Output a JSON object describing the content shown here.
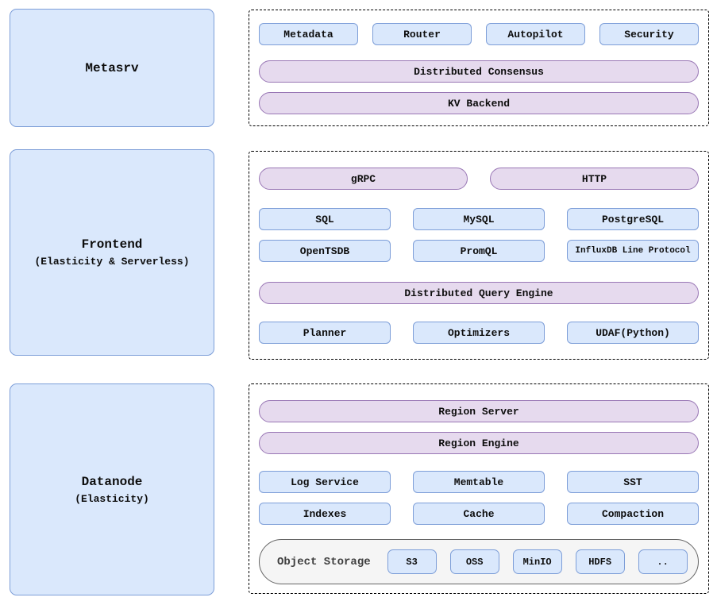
{
  "colors": {
    "blue_fill": "#dae8fc",
    "blue_stroke": "#7d9ed8",
    "purple_fill": "#e6daee",
    "purple_stroke": "#9977b5",
    "gray_fill": "#f5f5f5",
    "gray_stroke": "#666666",
    "panel_border": "#000000"
  },
  "metasrv": {
    "label": "Metasrv",
    "services": [
      "Metadata",
      "Router",
      "Autopilot",
      "Security"
    ],
    "pills": [
      "Distributed Consensus",
      "KV Backend"
    ]
  },
  "frontend": {
    "label": "Frontend",
    "sublabel": "(Elasticity & Serverless)",
    "protocol_pills": [
      "gRPC",
      "HTTP"
    ],
    "protocols_row1": [
      "SQL",
      "MySQL",
      "PostgreSQL"
    ],
    "protocols_row2": [
      "OpenTSDB",
      "PromQL",
      "InfluxDB Line Protocol"
    ],
    "engine_pill": "Distributed Query Engine",
    "engine_components": [
      "Planner",
      "Optimizers",
      "UDAF(Python)"
    ]
  },
  "datanode": {
    "label": "Datanode",
    "sublabel": "(Elasticity)",
    "pills": [
      "Region Server",
      "Region Engine"
    ],
    "components_row1": [
      "Log Service",
      "Memtable",
      "SST"
    ],
    "components_row2": [
      "Indexes",
      "Cache",
      "Compaction"
    ],
    "object_storage": {
      "label": "Object Storage",
      "backends": [
        "S3",
        "OSS",
        "MinIO",
        "HDFS",
        ".."
      ]
    }
  }
}
